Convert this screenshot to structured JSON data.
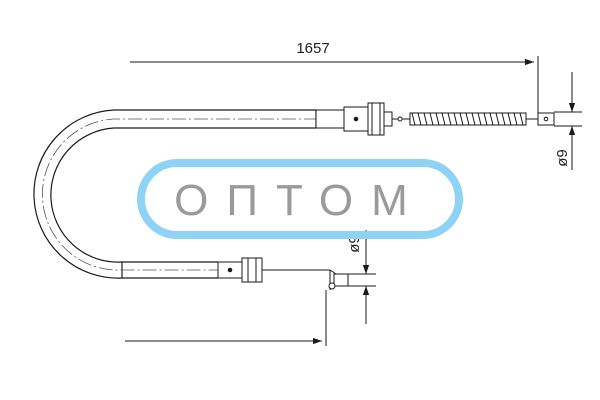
{
  "drawing": {
    "length_label": "1657",
    "diameter_top_label": "ø9",
    "diameter_bottom_label": "ø9"
  },
  "watermark": {
    "text": "ОПТОМ",
    "border_color": "#8fd3f4",
    "text_color": "#9a9a9a"
  },
  "colors": {
    "line": "#1a1a1a",
    "background": "#ffffff"
  }
}
